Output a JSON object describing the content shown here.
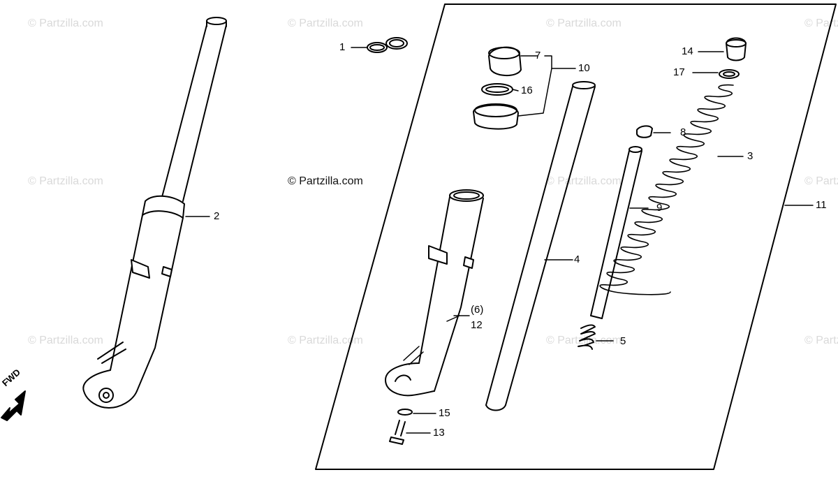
{
  "watermark": "© Partzilla.com",
  "fwd_label": "FWD",
  "callouts": {
    "c1": "1",
    "c2": "2",
    "c3": "3",
    "c4": "4",
    "c5": "5",
    "c6": "(6)",
    "c7": "7",
    "c8": "8",
    "c9": "9",
    "c10": "10",
    "c11": "11",
    "c12": "12",
    "c13": "13",
    "c14": "14",
    "c15": "15",
    "c16": "16",
    "c17": "17"
  }
}
